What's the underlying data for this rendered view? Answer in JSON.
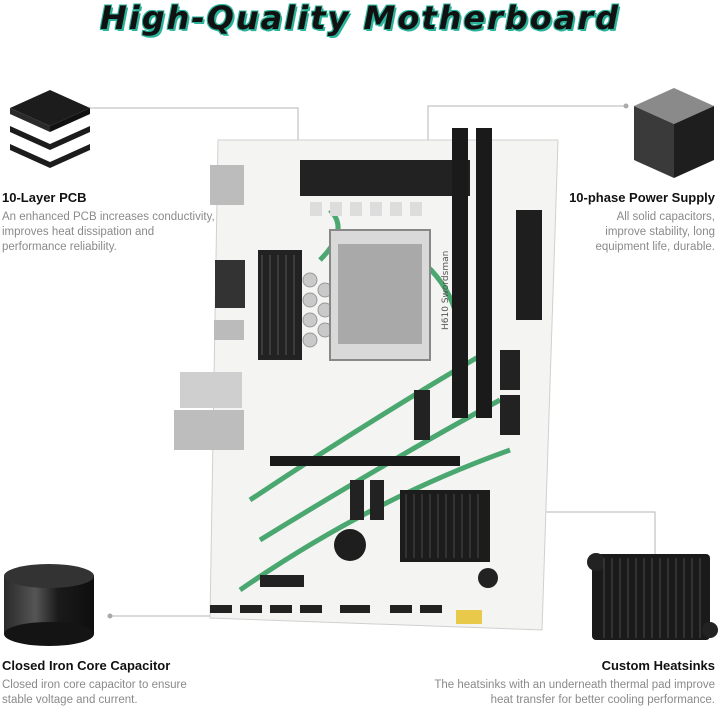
{
  "title": "High-Quality  Motherboard",
  "features": {
    "pcb": {
      "title": "10-Layer PCB",
      "desc": [
        "An enhanced PCB increases conductivity,",
        "improves heat dissipation and",
        "performance reliability."
      ],
      "icon": "layers-icon"
    },
    "power": {
      "title": "10-phase Power Supply",
      "desc": [
        "All solid capacitors,",
        "improve stability, long",
        "equipment life, durable."
      ],
      "icon": "cube-icon"
    },
    "capacitor": {
      "title": "Closed Iron Core Capacitor",
      "desc": [
        "Closed iron core capacitor to ensure",
        "stable voltage and current."
      ],
      "icon": "cylinder-icon"
    },
    "heatsink": {
      "title": "Custom Heatsinks",
      "desc": [
        "The heatsinks with an underneath thermal pad improve",
        "heat transfer for better cooling performance."
      ],
      "icon": "heatsink-icon"
    }
  },
  "board": {
    "model_label": "H610 Swordsman"
  },
  "colors": {
    "accent": "#2ab39a",
    "board": "#f4f4f2",
    "trace": "#2e9a5a",
    "dark": "#1a1a1a",
    "muted_text": "#8a8a8a"
  }
}
